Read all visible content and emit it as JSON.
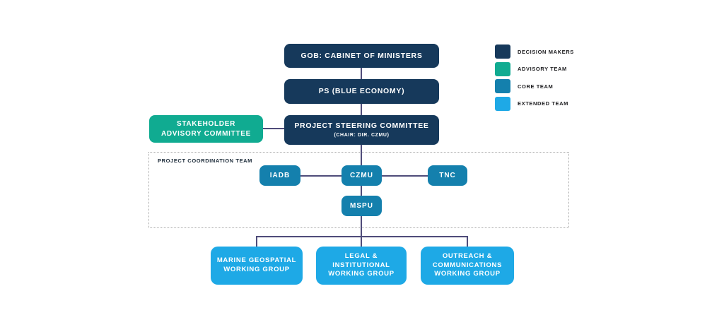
{
  "colors": {
    "decision_makers": "#16395B",
    "advisory_team": "#10AB91",
    "core_team": "#1480AD",
    "extended_team": "#1EA9E6",
    "connector": "#4F4C7A"
  },
  "nodes": {
    "gob": {
      "label": "GOB: CABINET OF MINISTERS"
    },
    "ps": {
      "label": "PS (BLUE ECONOMY)"
    },
    "psc": {
      "label": "PROJECT STEERING COMMITTEE",
      "sublabel": "(CHAIR: DIR. CZMU)"
    },
    "sac": {
      "label": "STAKEHOLDER\nADVISORY COMMITTEE"
    },
    "iadb": {
      "label": "IADB"
    },
    "czmu": {
      "label": "CZMU"
    },
    "tnc": {
      "label": "TNC"
    },
    "mspu": {
      "label": "MSPU"
    },
    "wg_marine": {
      "label": "MARINE GEOSPATIAL\nWORKING GROUP"
    },
    "wg_legal": {
      "label": "LEGAL &\nINSTITUTIONAL\nWORKING GROUP"
    },
    "wg_outreach": {
      "label": "OUTREACH &\nCOMMUNICATIONS\nWORKING GROUP"
    }
  },
  "coordination_box": {
    "label": "PROJECT COORDINATION TEAM"
  },
  "legend": {
    "items": [
      {
        "label": "DECISION MAKERS",
        "color": "#16395B"
      },
      {
        "label": "ADVISORY TEAM",
        "color": "#10AB91"
      },
      {
        "label": "CORE TEAM",
        "color": "#1480AD"
      },
      {
        "label": "EXTENDED TEAM",
        "color": "#1EA9E6"
      }
    ]
  }
}
